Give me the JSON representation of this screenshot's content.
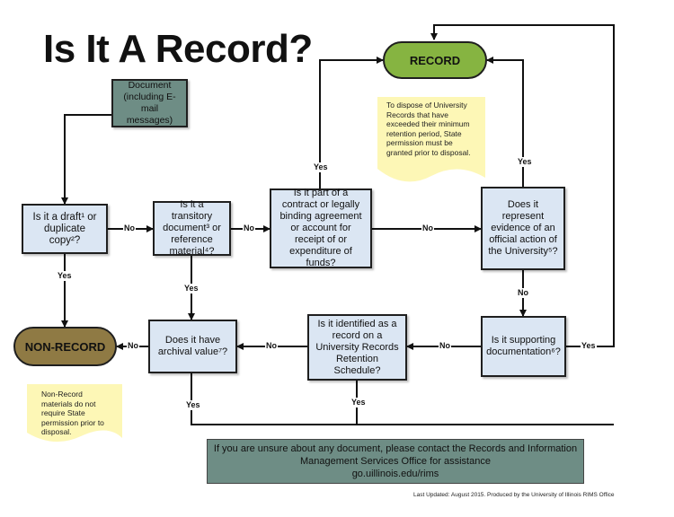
{
  "title": "Is It A Record?",
  "nodes": {
    "document": "Document (including E-mail messages)",
    "draft": "Is it a draft¹ or duplicate copy²?",
    "transitory": "Is it a transitory document³ or reference material⁴?",
    "contract": "Is it part of a contract or legally binding agreement or account for receipt of or expenditure of funds?",
    "official": "Does it represent evidence of an official action of the University⁵?",
    "supporting": "Is it supporting documentation⁶?",
    "schedule": "Is it identified as a record on a University Records Retention Schedule?",
    "archival": "Does it have archival value⁷?",
    "record": "RECORD",
    "nonrecord": "NON-RECORD"
  },
  "notes": {
    "record": "To dispose of University Records that have exceeded their minimum retention period, State permission must be granted prior to disposal.",
    "nonrecord": "Non-Record materials do not require State permission prior to disposal."
  },
  "edge_labels": {
    "yes": "Yes",
    "no": "No"
  },
  "banner": {
    "line1": "If you are unsure about any document, please contact the Records and Information",
    "line2": "Management Services Office for assistance",
    "line3": "go.uillinois.edu/rims"
  },
  "footer": "Last Updated: August 2015. Produced by the University of Illinois RIMS Office",
  "colors": {
    "question_fill": "#dbe6f3",
    "document_fill": "#6e8d85",
    "record_fill": "#86b441",
    "nonrecord_fill": "#8f7a44",
    "note_fill": "#fdf7b6"
  }
}
